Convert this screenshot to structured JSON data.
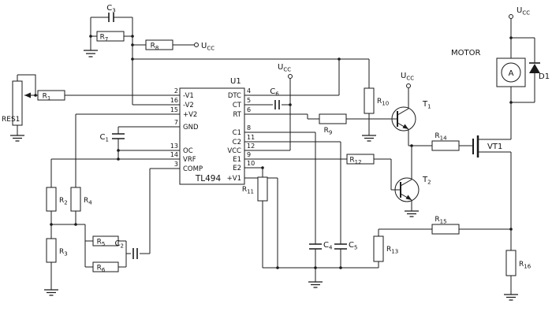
{
  "labels": {
    "c1": {
      "p": "C",
      "s": "1"
    },
    "c2": {
      "p": "C",
      "s": "2"
    },
    "c3": {
      "p": "C",
      "s": "3"
    },
    "c4": {
      "p": "C",
      "s": "4"
    },
    "c5": {
      "p": "C",
      "s": "5"
    },
    "c6": {
      "p": "C",
      "s": "6"
    },
    "r1": {
      "p": "R",
      "s": "1"
    },
    "r2": {
      "p": "R",
      "s": "2"
    },
    "r3": {
      "p": "R",
      "s": "3"
    },
    "r4": {
      "p": "R",
      "s": "4"
    },
    "r5": {
      "p": "R",
      "s": "5"
    },
    "r6": {
      "p": "R",
      "s": "6"
    },
    "r7": {
      "p": "R",
      "s": "7"
    },
    "r8": {
      "p": "R",
      "s": "8"
    },
    "r9": {
      "p": "R",
      "s": "9"
    },
    "r10": {
      "p": "R",
      "s": "10"
    },
    "r11": {
      "p": "R",
      "s": "11"
    },
    "r12": {
      "p": "R",
      "s": "12"
    },
    "r13": {
      "p": "R",
      "s": "13"
    },
    "r14": {
      "p": "R",
      "s": "14"
    },
    "r15": {
      "p": "R",
      "s": "15"
    },
    "r16": {
      "p": "R",
      "s": "16"
    },
    "t1": {
      "p": "T",
      "s": "1"
    },
    "t2": {
      "p": "T",
      "s": "2"
    },
    "ucc": {
      "p": "U",
      "s": "CC"
    },
    "res1": {
      "p": "RES1",
      "s": ""
    },
    "u1": {
      "p": "U1",
      "s": ""
    },
    "ic_part": {
      "p": "TL494",
      "s": ""
    },
    "motor": {
      "p": "MOTOR",
      "s": ""
    },
    "ammeter": {
      "p": "A",
      "s": ""
    },
    "d1": {
      "p": "D1",
      "s": ""
    },
    "vt1": {
      "p": "VT1",
      "s": ""
    }
  },
  "ic": {
    "left_pins": [
      {
        "num": "2",
        "name": "-V1"
      },
      {
        "num": "16",
        "name": "-V2"
      },
      {
        "num": "15",
        "name": "+V2"
      },
      {
        "num": "7",
        "name": "GND"
      },
      {
        "num": "13",
        "name": "OC"
      },
      {
        "num": "14",
        "name": "VRF"
      },
      {
        "num": "3",
        "name": "COMP"
      }
    ],
    "right_pins": [
      {
        "num": "4",
        "name": "DTC"
      },
      {
        "num": "5",
        "name": "CT"
      },
      {
        "num": "6",
        "name": "RT"
      },
      {
        "num": "8",
        "name": "C1"
      },
      {
        "num": "11",
        "name": "C2"
      },
      {
        "num": "12",
        "name": "VCC"
      },
      {
        "num": "9",
        "name": "E1"
      },
      {
        "num": "10",
        "name": "E2"
      },
      {
        "num": "",
        "name": "+V1"
      }
    ]
  }
}
